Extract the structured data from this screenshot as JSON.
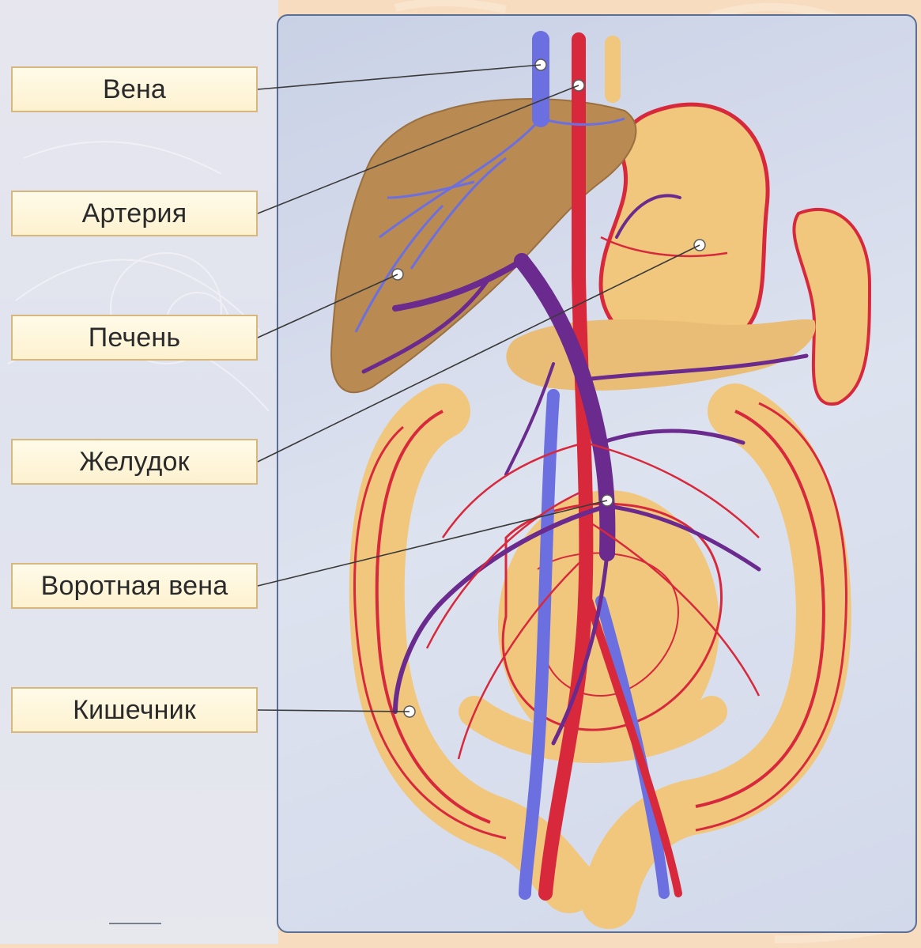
{
  "labels": {
    "vein": "Вена",
    "artery": "Артерия",
    "liver": "Печень",
    "stomach": "Желудок",
    "portal_vein": "Воротная вена",
    "intestine": "Кишечник"
  },
  "colors": {
    "frame_background": "#f7dcc0",
    "panel_background": "#d6dcec",
    "label_fill": "#fdf3d6",
    "label_border": "#d8b77f",
    "vein": "#6b6fe0",
    "portal_vein": "#6a2a8e",
    "artery": "#d8283c",
    "liver": "#b98a52",
    "organ": "#f1c77e",
    "leader_line": "#3a3a3a"
  }
}
